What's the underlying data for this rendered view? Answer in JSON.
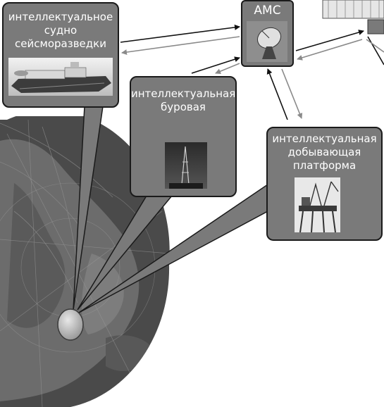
{
  "nodes": {
    "ams": {
      "label": "АМС"
    },
    "vessel": {
      "label": "интеллектуальное судно сейсморазведки"
    },
    "drill": {
      "label": "интеллектуальная буровая"
    },
    "platform": {
      "label": "интеллектуальная добывающая платформа"
    }
  },
  "colors": {
    "box_fill": "#7a7a7a",
    "box_border": "#1a1a1a",
    "box_text": "#ffffff",
    "arrow_dark": "#111111",
    "arrow_light": "#8a8a8a",
    "map_land": "#6e6e6e",
    "map_sea": "#454545",
    "marker": "#b8b8b8"
  }
}
